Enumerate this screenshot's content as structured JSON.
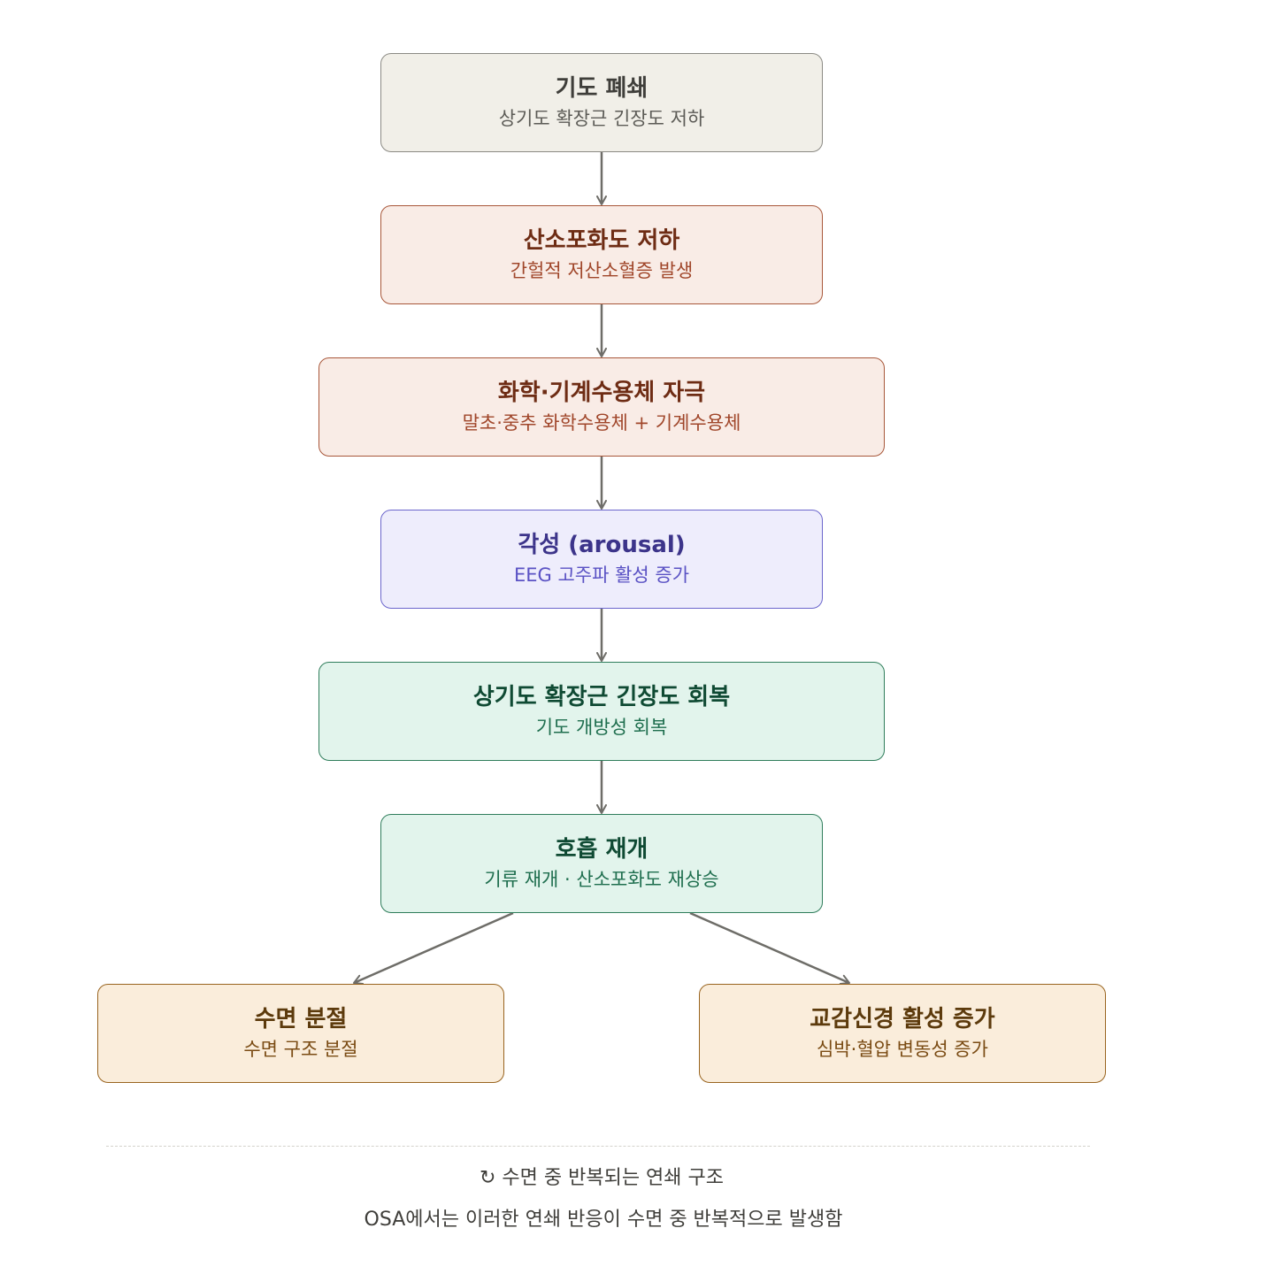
{
  "nodes": [
    {
      "title": "기도 폐쇄",
      "subtitle": "상기도 확장근 긴장도 저하"
    },
    {
      "title": "산소포화도 저하",
      "subtitle": "간헐적 저산소혈증 발생"
    },
    {
      "title": "화학·기계수용체 자극",
      "subtitle": "말초·중추 화학수용체 + 기계수용체"
    },
    {
      "title": "각성 (arousal)",
      "subtitle": "EEG 고주파 활성 증가"
    },
    {
      "title": "상기도 확장근 긴장도 회복",
      "subtitle": "기도 개방성 회복"
    },
    {
      "title": "호흡 재개",
      "subtitle": "기류 재개 · 산소포화도 재상승"
    },
    {
      "title": "수면 분절",
      "subtitle": "수면 구조 분절"
    },
    {
      "title": "교감신경 활성 증가",
      "subtitle": "심박·혈압 변동성 증가"
    }
  ],
  "footer": {
    "title": "↻ 수면 중 반복되는 연쇄 구조",
    "note": "OSA에서는 이러한 연쇄 반응이 수면 중 반복적으로 발생함"
  },
  "colors": {
    "connector": "#6e6d68",
    "gray": "#f1efe8",
    "rust": "#f9ece6",
    "purple": "#eeedfc",
    "green": "#e2f4ec",
    "amber": "#faeddb"
  }
}
